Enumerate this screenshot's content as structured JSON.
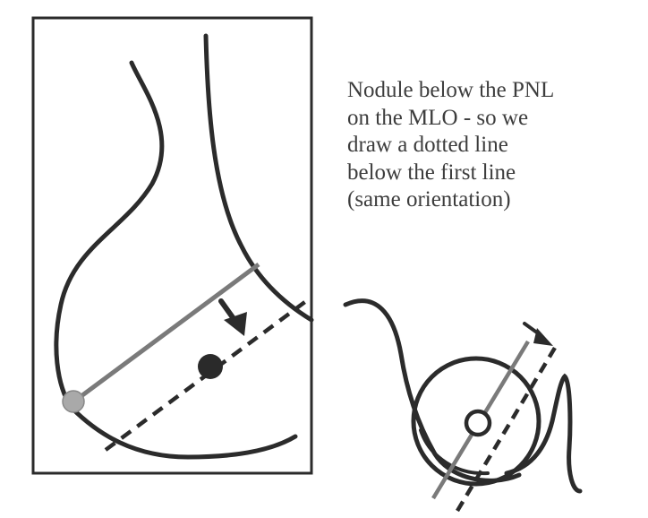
{
  "caption": {
    "lines": [
      "Nodule below the PNL",
      "on the MLO - so we",
      "draw a dotted line",
      "below the first line",
      "(same orientation)"
    ]
  },
  "colors": {
    "outline": "#2b2b2b",
    "pnl_line": "#7a7a7a",
    "nipple_marker": "#a9a9a9",
    "nodule": "#2a2a2a",
    "caption_text": "#3d3d3d"
  }
}
